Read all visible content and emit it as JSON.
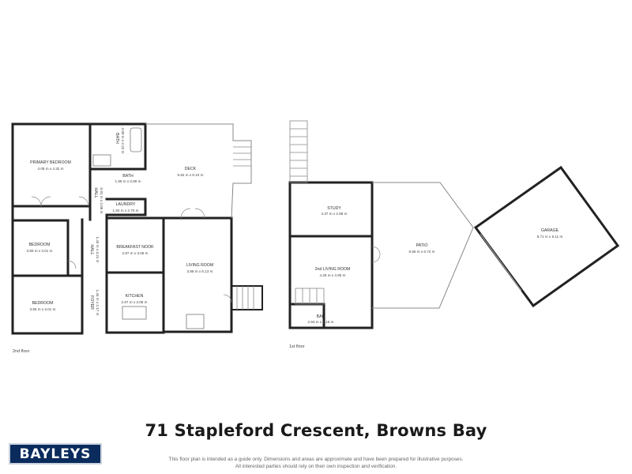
{
  "floors": {
    "second": "2nd floor",
    "first": "1st floor"
  },
  "rooms": {
    "primary_bedroom": {
      "label": "PRIMARY BEDROOM",
      "dim": "4.08 m x 4.32 m"
    },
    "bath": {
      "label": "BATH",
      "dim": "2.09 m x 2.22 m"
    },
    "bath_small": {
      "label": "BATH",
      "dim": "1.86 m x 0.86 m"
    },
    "deck": {
      "label": "DECK",
      "dim": "5.82 m x 5.10 m"
    },
    "hall_top": {
      "label": "HALL",
      "dim": "0.91 m x 2.06 m"
    },
    "laundry": {
      "label": "LAUNDRY",
      "dim": "1.84 m x 2.70 m"
    },
    "bedroom_1": {
      "label": "BEDROOM",
      "dim": "3.55 m x 3.01 m"
    },
    "hall_mid": {
      "label": "HALL",
      "dim": "1.44 m x 3.21 m"
    },
    "breakfast_nook": {
      "label": "BREAKFAST NOOK",
      "dim": "2.87 m x 3.06 m"
    },
    "living_room": {
      "label": "LIVING ROOM",
      "dim": "3.86 m x 6.13 m"
    },
    "kitchen": {
      "label": "KITCHEN",
      "dim": "2.67 m x 3.08 m"
    },
    "bedroom_2": {
      "label": "BEDROOM",
      "dim": "3.55 m x 3.01 m"
    },
    "foyer": {
      "label": "FOYER",
      "dim": "1.44 m x 2.17 m"
    },
    "study": {
      "label": "STUDY",
      "dim": "4.37 m x 2.88 m"
    },
    "patio": {
      "label": "PATIO",
      "dim": "6.56 m x 6.72 m"
    },
    "garage": {
      "label": "GARAGE",
      "dim": "5.71 m x 5.11 m"
    },
    "second_living": {
      "label": "2nd LIVING ROOM",
      "dim": "4.28 m x 4.90 m"
    },
    "bar": {
      "label": "BAR",
      "dim": "2.94 m x 1.16 m"
    }
  },
  "address": "71 Stapleford Crescent, Browns Bay",
  "logo": "BAYLEYS",
  "disclaimer": {
    "line1": "This floor plan is intended as a guide only. Dimensions and areas are approximate and have been prepared for illustrative purposes.",
    "line2": "All interested parties should rely on their own inspection and verification."
  }
}
